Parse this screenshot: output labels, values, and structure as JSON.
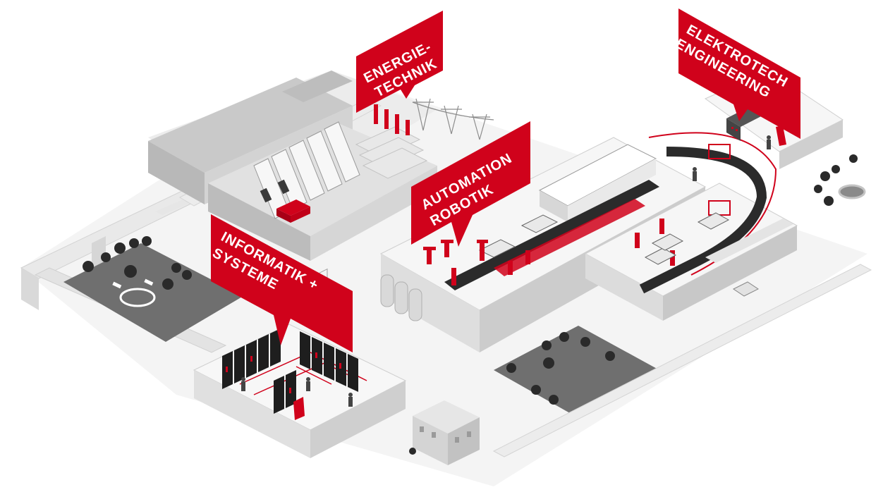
{
  "colors": {
    "accent": "#d0021b",
    "accent_dark": "#a80016",
    "ground": "#f1f1f1",
    "wall_light": "#e4e4e4",
    "wall_mid": "#cfcfcf",
    "wall_dark": "#b5b5b5",
    "park": "#6f6f6f",
    "tree": "#2a2a2a",
    "rack": "#1e1e1e",
    "belt": "#2b2b2b"
  },
  "labels": {
    "energie": {
      "line1": "ENERGIE-",
      "line2": "TECHNIK"
    },
    "elektro": {
      "line1": "ELEKTROTECH",
      "line2": "ENGINEERING"
    },
    "automation": {
      "line1": "AUTOMATION",
      "line2": "ROBOTIK"
    },
    "informatik": {
      "line1": "INFORMATIK +",
      "line2": "SYSTEME"
    }
  },
  "icons": {
    "factory": "factory-building-icon",
    "hydro": "hydro-power-plant-icon",
    "robot": "industrial-robot-icon",
    "server": "server-rack-icon",
    "tree": "tree-icon",
    "truck": "truck-icon",
    "car": "car-icon"
  }
}
